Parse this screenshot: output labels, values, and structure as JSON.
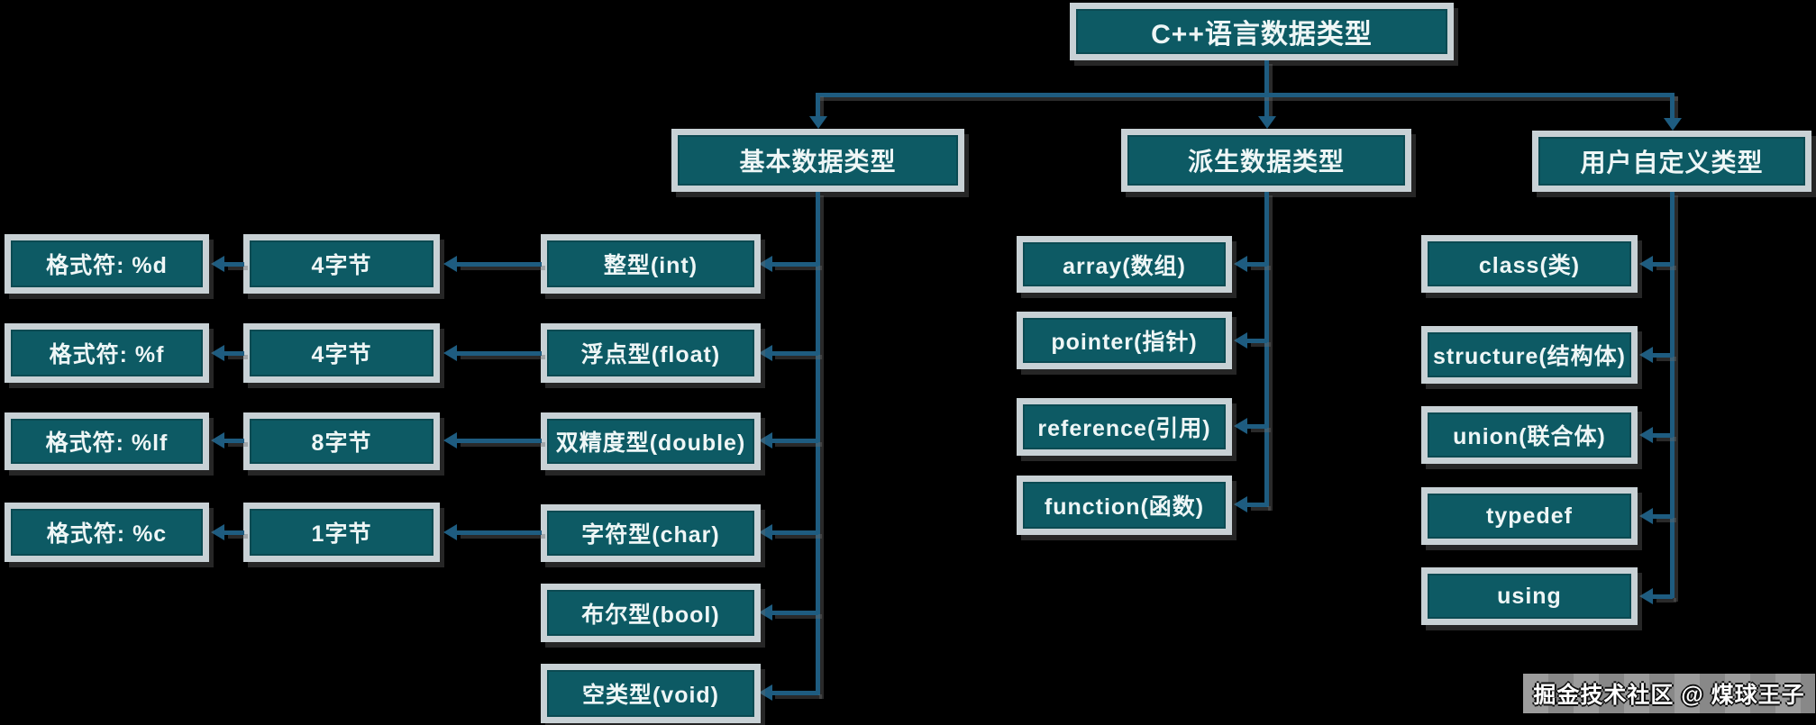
{
  "title": "C++语言数据类型",
  "root": {
    "label": "C++语言数据类型"
  },
  "branches": [
    {
      "label": "基本数据类型",
      "items": [
        {
          "label": "整型(int)",
          "size": "4字节",
          "format": "格式符: %d"
        },
        {
          "label": "浮点型(float)",
          "size": "4字节",
          "format": "格式符: %f"
        },
        {
          "label": "双精度型(double)",
          "size": "8字节",
          "format": "格式符: %lf"
        },
        {
          "label": "字符型(char)",
          "size": "1字节",
          "format": "格式符: %c"
        },
        {
          "label": "布尔型(bool)"
        },
        {
          "label": "空类型(void)"
        }
      ]
    },
    {
      "label": "派生数据类型",
      "items": [
        {
          "label": "array(数组)"
        },
        {
          "label": "pointer(指针)"
        },
        {
          "label": "reference(引用)"
        },
        {
          "label": "function(函数)"
        }
      ]
    },
    {
      "label": "用户自定义类型",
      "items": [
        {
          "label": "class(类)"
        },
        {
          "label": "structure(结构体)"
        },
        {
          "label": "union(联合体)"
        },
        {
          "label": "typedef"
        },
        {
          "label": "using"
        }
      ]
    }
  ],
  "watermark": "掘金技术社区 @ 煤球王子",
  "colors": {
    "background": "#000000",
    "node_fill": "#0d5a64",
    "node_bezel": "#c8d1d5",
    "node_text": "#eef6f6",
    "connector": "#1e5c80",
    "shadow": "#6e6e6e"
  }
}
